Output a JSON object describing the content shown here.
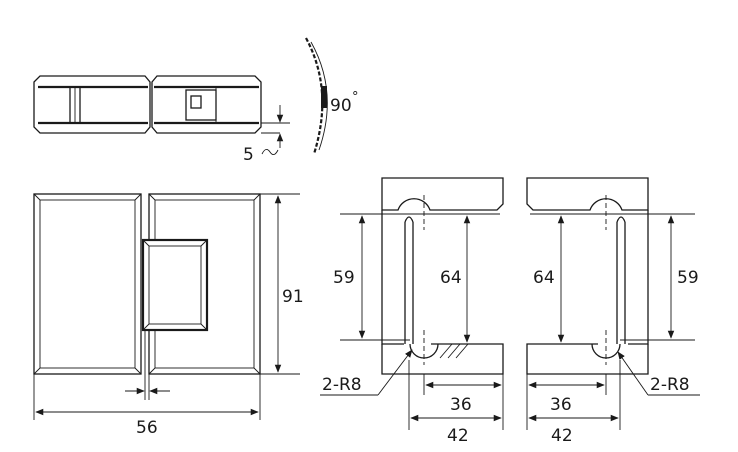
{
  "colors": {
    "line": "#1a1a1a",
    "background": "#ffffff"
  },
  "labels": {
    "angle": "90",
    "degree_symbol": "°",
    "gap": "5",
    "height_total": "91",
    "width_total": "56",
    "left_view": {
      "outer": "59",
      "inner": "64",
      "small_width": "36",
      "big_width": "42",
      "radius": "2-R8"
    },
    "right_view": {
      "outer": "59",
      "inner": "64",
      "small_width": "36",
      "big_width": "42",
      "radius": "2-R8"
    }
  }
}
